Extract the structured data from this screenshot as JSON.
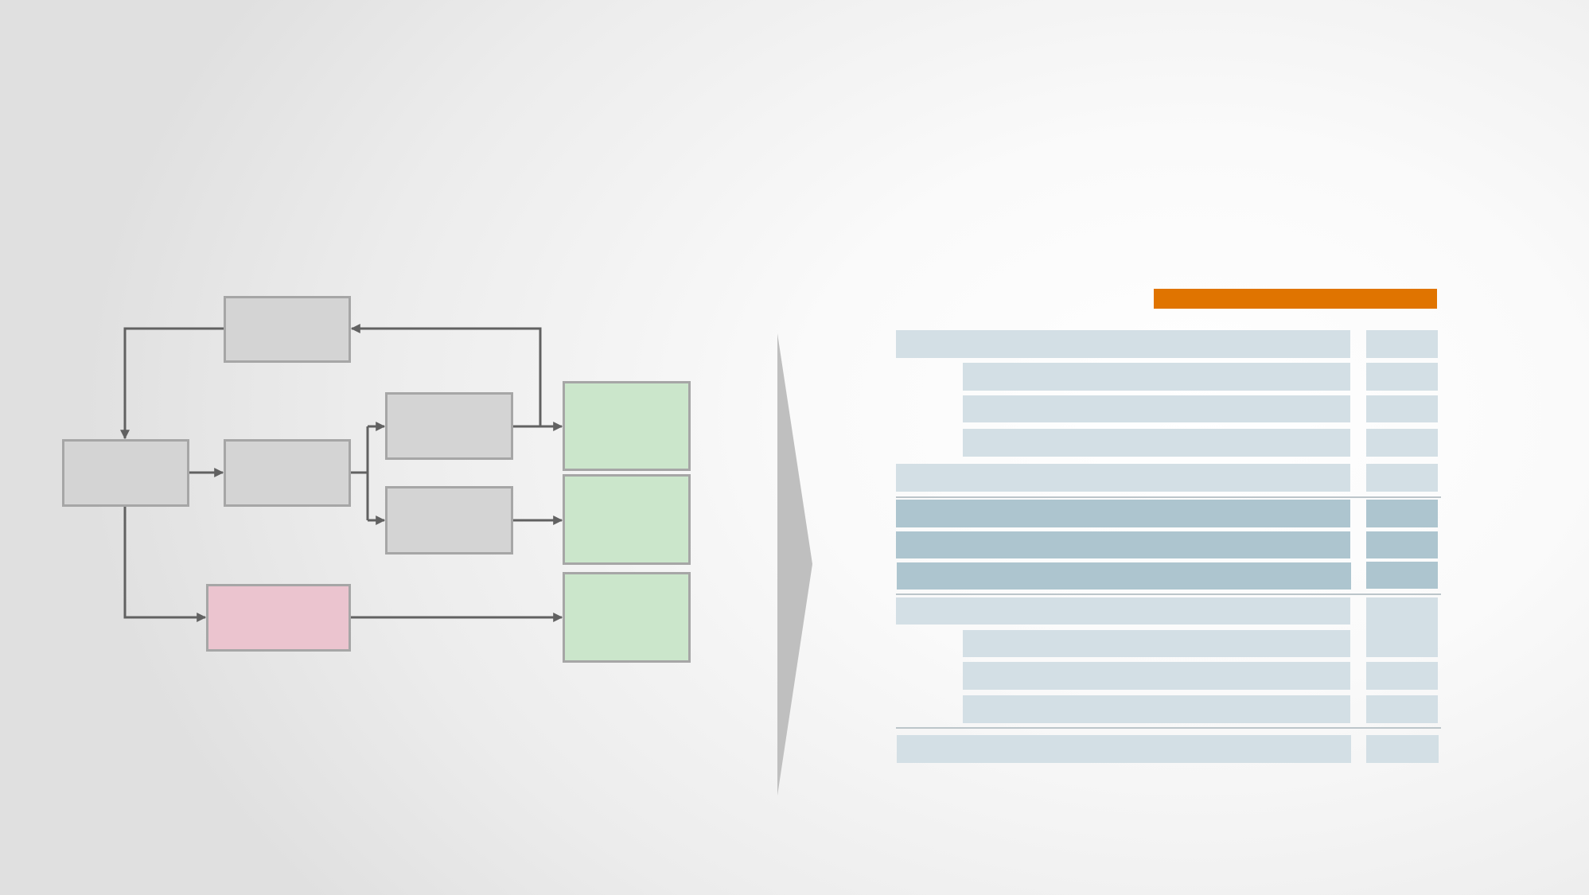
{
  "colors": {
    "process_box": "#d4d4d4",
    "output_box": "#cbe6cb",
    "alternate_box": "#ebc4cf",
    "connector": "#616161",
    "chevron": "#bfbfbf",
    "header_bar": "#e07400",
    "row_light": "#d3dfe5",
    "row_highlight": "#adc5cf"
  },
  "table": {
    "rows": [
      {
        "level": "group",
        "style": "light"
      },
      {
        "level": "item",
        "style": "light"
      },
      {
        "level": "item",
        "style": "light"
      },
      {
        "level": "item",
        "style": "light"
      },
      {
        "level": "group",
        "style": "light"
      },
      {
        "level": "group",
        "style": "highlight"
      },
      {
        "level": "group",
        "style": "highlight"
      },
      {
        "level": "group",
        "style": "highlight"
      },
      {
        "level": "group",
        "style": "light"
      },
      {
        "level": "item",
        "style": "light"
      },
      {
        "level": "item",
        "style": "light"
      },
      {
        "level": "item",
        "style": "light"
      },
      {
        "level": "total",
        "style": "light"
      }
    ]
  }
}
